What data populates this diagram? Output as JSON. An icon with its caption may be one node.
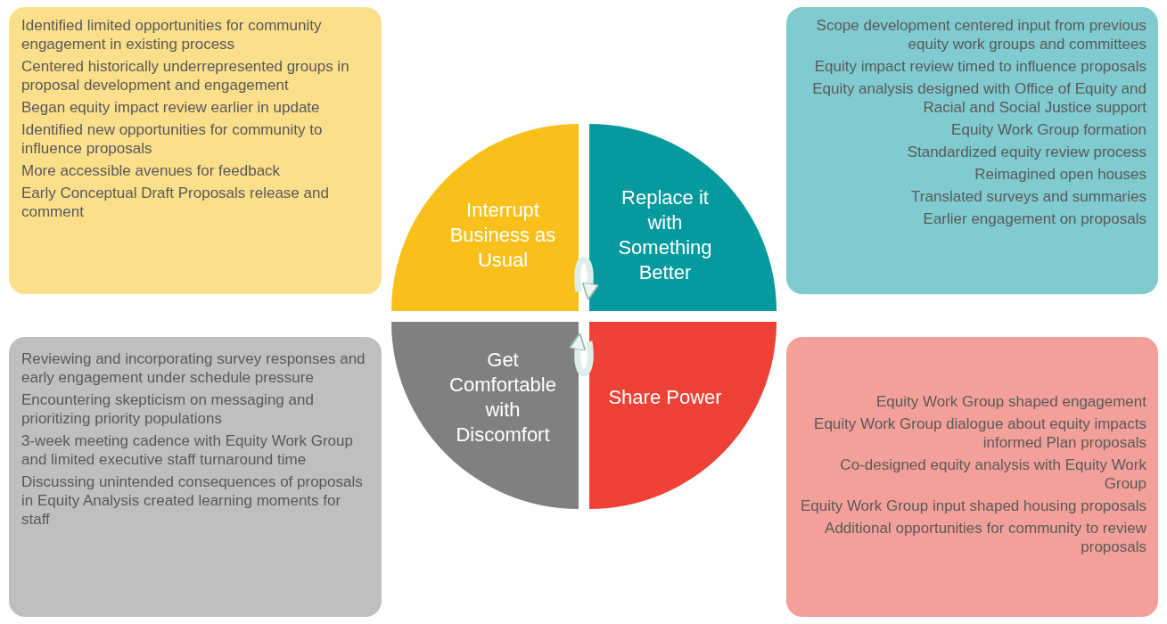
{
  "diagram": {
    "nodes": [
      {
        "text": [
          "Identified limited opportunities for community engagement in existing process",
          "Centered historically underrepresented groups in proposal development and engagement",
          "Began equity impact review earlier in update",
          "Identified new opportunities for community to influence proposals",
          "More accessible avenues for feedback",
          "Early Conceptual Draft Proposals release and comment"
        ]
      },
      {
        "text": [
          "Interrupt Business as Usual"
        ]
      },
      {
        "text": [
          "Replace it with Something Better"
        ]
      },
      {
        "text": [
          "Scope development centered input from previous equity work groups and committees",
          "Equity impact review timed to influence proposals",
          "Equity analysis designed with Office of Equity and Racial and Social Justice support",
          "Equity Work Group formation",
          "Standardized equity review process",
          "Reimagined open houses",
          "Translated surveys and summaries",
          "Earlier engagement on proposals"
        ]
      },
      {
        "text": [
          "Get Comfortable with Discomfort"
        ]
      },
      {
        "text": [
          "Share Power"
        ]
      },
      {
        "text": [
          "Reviewing and incorporating survey responses and early engagement under schedule pressure",
          "Encountering skepticism on messaging and prioritizing priority populations",
          "3-week meeting cadence with Equity Work Group and limited executive staff turnaround time",
          "Discussing unintended consequences of proposals in Equity Analysis created learning moments for staff"
        ]
      },
      {
        "text": [
          "Equity Work Group shaped engagement",
          "Equity Work Group dialogue about equity impacts informed Plan proposals",
          "Co-designed equity analysis with Equity Work Group",
          "Equity Work Group input shaped housing proposals",
          "Additional opportunities for community to review proposals"
        ]
      }
    ],
    "edges": [
      {
        "from": 1,
        "to": 2,
        "arrow": "to"
      },
      {
        "from": 5,
        "to": 4,
        "arrow": "to"
      }
    ]
  }
}
